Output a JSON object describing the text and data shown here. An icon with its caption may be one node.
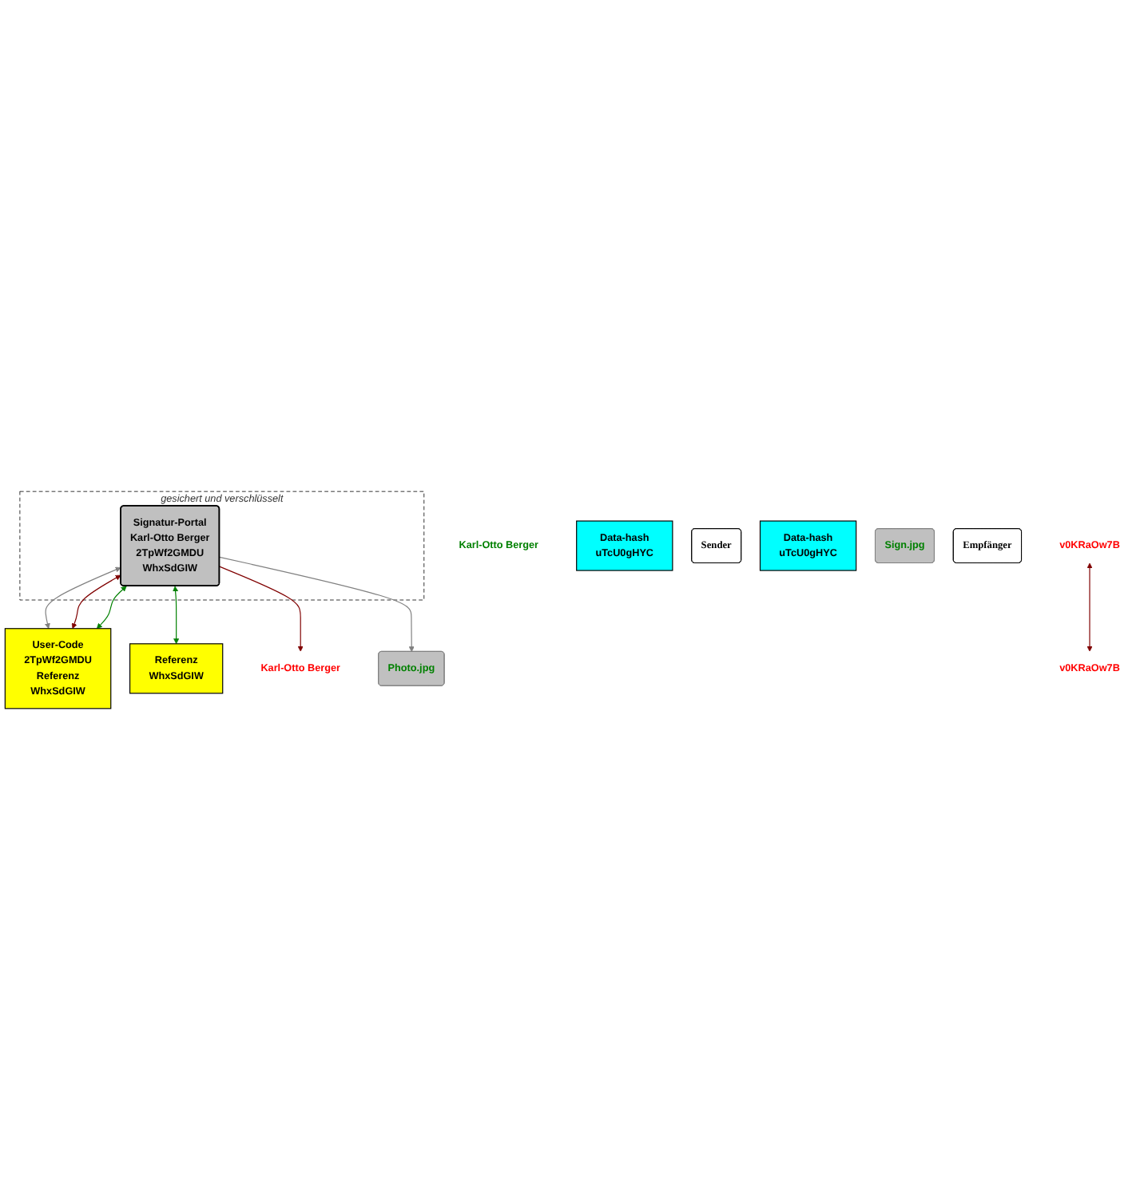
{
  "diagram": {
    "nodes": [
      {
        "text": [
          "gesichert und verschlüsselt"
        ]
      },
      {
        "text": [
          "Signatur-Portal",
          "Karl-Otto Berger",
          "2TpWf2GMDU",
          "WhxSdGIW"
        ],
        "in": 0
      },
      {
        "text": [
          "Karl-Otto Berger"
        ]
      },
      {
        "text": [
          "User-Code",
          "2TpWf2GMDU",
          "Referenz",
          "WhxSdGIW"
        ]
      },
      {
        "text": [
          "Data-hash",
          "uTcU0gHYC"
        ]
      },
      {
        "text": [
          "v0KRaOw7B"
        ]
      },
      {
        "text": [
          "Sender"
        ]
      },
      {
        "text": [
          "v0KRaOw7B"
        ]
      },
      {
        "text": [
          "Data-hash",
          "uTcU0gHYC"
        ]
      },
      {
        "text": [
          "Referenz",
          "WhxSdGIW"
        ]
      },
      {
        "text": [
          "Karl-Otto Berger"
        ]
      },
      {
        "text": [
          "Photo.jpg"
        ]
      },
      {
        "text": [
          "Sign.jpg"
        ]
      },
      {
        "text": [
          "Empfänger"
        ]
      }
    ],
    "edges": [
      {
        "from": 1,
        "to": 3,
        "arrow": "both",
        "color": "#808080"
      },
      {
        "from": 1,
        "to": 3,
        "arrow": "both",
        "color": "#800000"
      },
      {
        "from": 1,
        "to": 3,
        "arrow": "both",
        "color": "#008000"
      },
      {
        "from": 1,
        "to": 9,
        "arrow": "both",
        "color": "#008000"
      },
      {
        "from": 1,
        "to": 10,
        "arrow": "to",
        "color": "#800000"
      },
      {
        "from": 1,
        "to": 11,
        "arrow": "to",
        "color": "#808080"
      },
      {
        "from": 5,
        "to": 7,
        "arrow": "both",
        "color": "#800000"
      }
    ]
  }
}
